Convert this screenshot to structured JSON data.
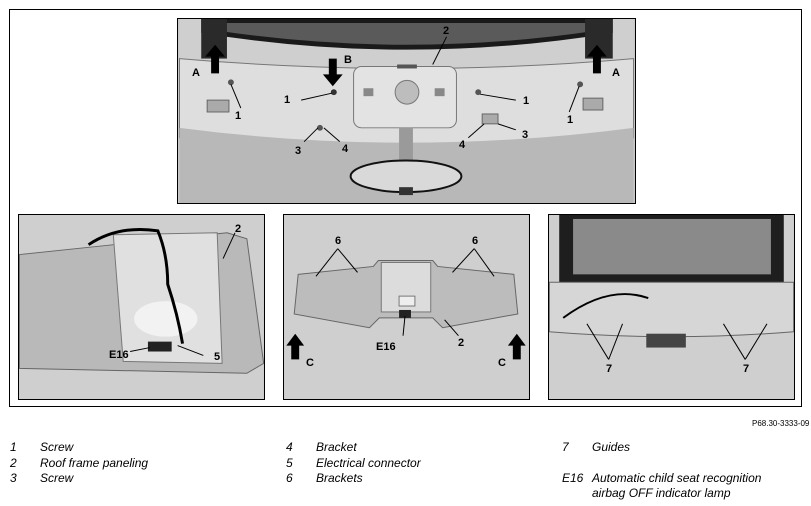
{
  "figure_ref": "P68.30-3333-09",
  "callouts": {
    "n1": "1",
    "n2": "2",
    "n3": "3",
    "n4": "4",
    "n5": "5",
    "n6": "6",
    "n7": "7",
    "A": "A",
    "B": "B",
    "C": "C",
    "E16": "E16"
  },
  "legend": {
    "col1": [
      {
        "num": "1",
        "text": "Screw"
      },
      {
        "num": "2",
        "text": "Roof frame paneling"
      },
      {
        "num": "3",
        "text": "Screw"
      }
    ],
    "col2": [
      {
        "num": "4",
        "text": "Bracket"
      },
      {
        "num": "5",
        "text": "Electrical connector"
      },
      {
        "num": "6",
        "text": "Brackets"
      }
    ],
    "col3": [
      {
        "num": "7",
        "text": "Guides"
      },
      {
        "num": "E16",
        "text": "Automatic child seat recognition airbag OFF indicator lamp"
      }
    ]
  }
}
